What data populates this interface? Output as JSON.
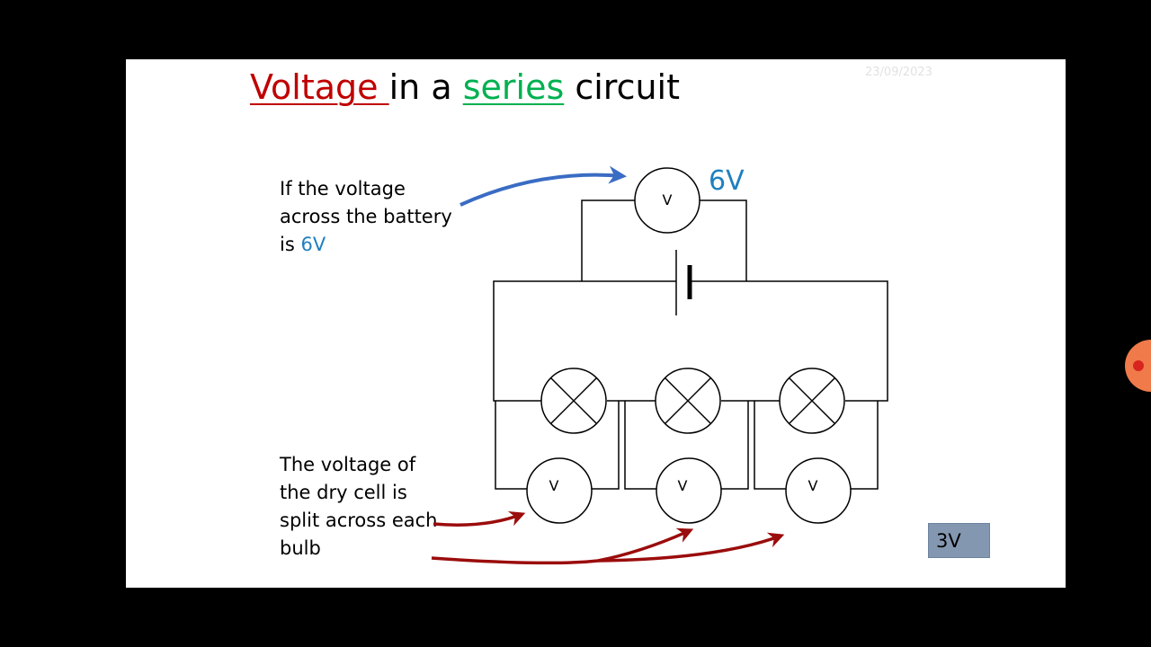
{
  "slide": {
    "title": {
      "part1": "Voltage ",
      "part2": "in a ",
      "part3": "series",
      "part4": " circuit"
    },
    "date": "23/09/2023",
    "battery_note": {
      "text": "If the voltage across the battery is ",
      "value": "6V"
    },
    "cell_note": "The voltage  of the dry cell is split across each bulb",
    "battery_reading": "6V",
    "bulb_reading_badge": "3V",
    "voltmeter_symbol": "V"
  },
  "colors": {
    "title_highlight_red": "#c00000",
    "title_highlight_green": "#00b050",
    "reading_blue": "#1f7fbf",
    "arrow_blue": "#3a6cc4",
    "arrow_red": "#9b0c0c",
    "badge_fill": "#8497b0"
  },
  "icons": {
    "battery": "cell-symbol",
    "bulb": "lamp-cross-symbol",
    "meter": "voltmeter-symbol",
    "overlay": "record-button-icon"
  }
}
